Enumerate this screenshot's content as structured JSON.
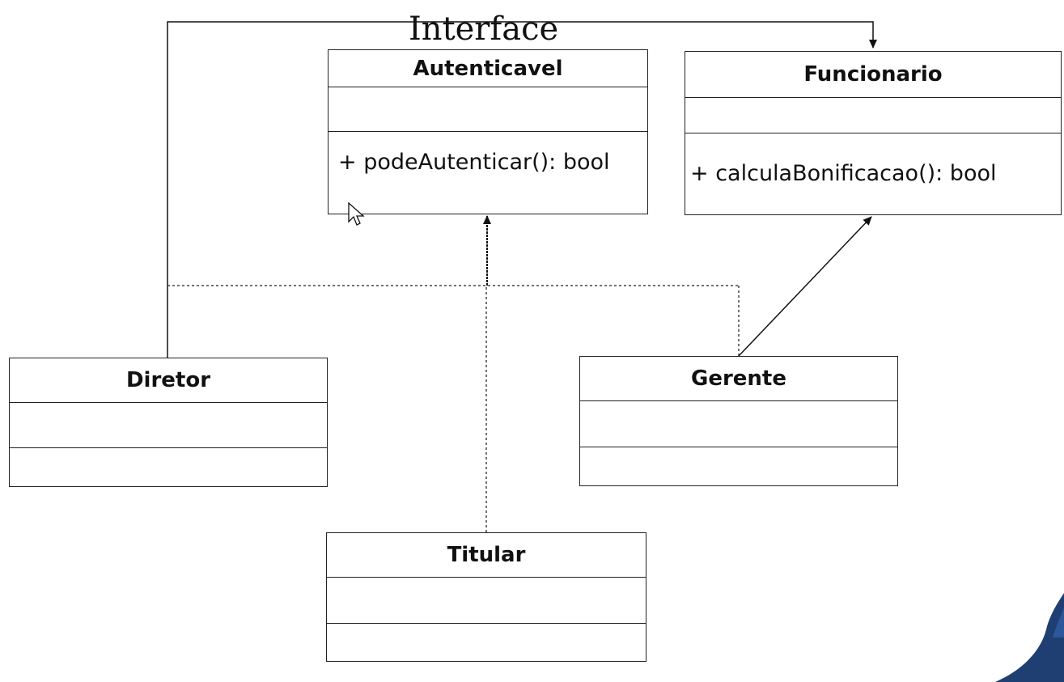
{
  "label": "Interface",
  "classes": {
    "autenticavel": {
      "name": "Autenticavel",
      "method": "+ podeAutenticar():  bool"
    },
    "funcionario": {
      "name": "Funcionario",
      "method": "+ calculaBonificacao():  bool"
    },
    "diretor": {
      "name": "Diretor"
    },
    "gerente": {
      "name": "Gerente"
    },
    "titular": {
      "name": "Titular"
    }
  },
  "colors": {
    "line": "#111111",
    "dashed": "#444444"
  }
}
